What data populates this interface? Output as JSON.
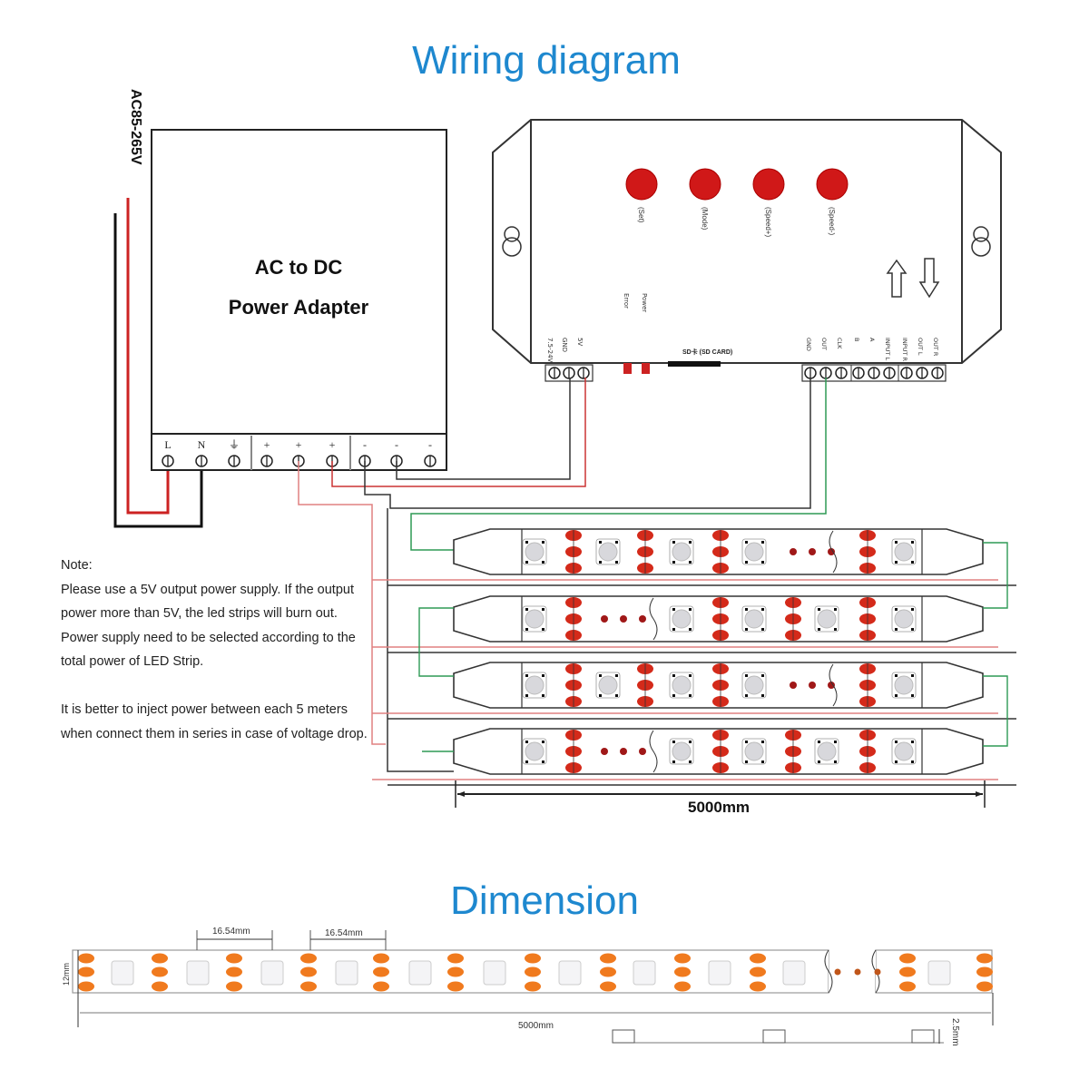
{
  "wiring": {
    "title": "Wiring diagram",
    "ac_input_label": "AC85-265V",
    "power_supply": {
      "label_line1": "AC to DC",
      "label_line2": "Power Adapter",
      "terminals": [
        "L",
        "N",
        "⏚",
        "+",
        "+",
        "+",
        "-",
        "-",
        "-"
      ]
    },
    "controller": {
      "buttons": [
        {
          "label": "Set"
        },
        {
          "label": "Mode"
        },
        {
          "label": "Speed+"
        },
        {
          "label": "Speed-"
        }
      ],
      "sd_label": "SD卡 (SD CARD)",
      "power_terminals": [
        "7.5-24V",
        "GND",
        "5V"
      ],
      "led_indicators": [
        "Error",
        "Power"
      ],
      "output_terminals": [
        "GND",
        "OUT",
        "CLK",
        "B",
        "A",
        "INPUT L",
        "INPUT R",
        "OUT L",
        "OUT R"
      ],
      "wire_colors": {
        "red": "#cc2222",
        "black": "#111111",
        "green": "#2e9a55",
        "pink": "#e08080"
      }
    },
    "strip_length_label": "5000mm",
    "strip_rows": 4
  },
  "note": {
    "heading": "Note:",
    "paragraph1": "Please use a 5V output power supply. If the output power more than 5V, the led strips will burn out. Power supply need to be selected according to the total power of LED Strip.",
    "paragraph2": "It is better to inject power between each 5 meters when connect them in series in case of voltage drop."
  },
  "dimension": {
    "title": "Dimension",
    "pitch_label_1": "16.54mm",
    "pitch_label_2": "16.54mm",
    "width_label": "12mm",
    "length_label": "5000mm",
    "thickness_label": "2.5mm"
  },
  "colors": {
    "title_blue": "#1e88cf",
    "button_red": "#d01818",
    "led_orange": "#f07a1e",
    "pad_red": "#d42a1a"
  }
}
